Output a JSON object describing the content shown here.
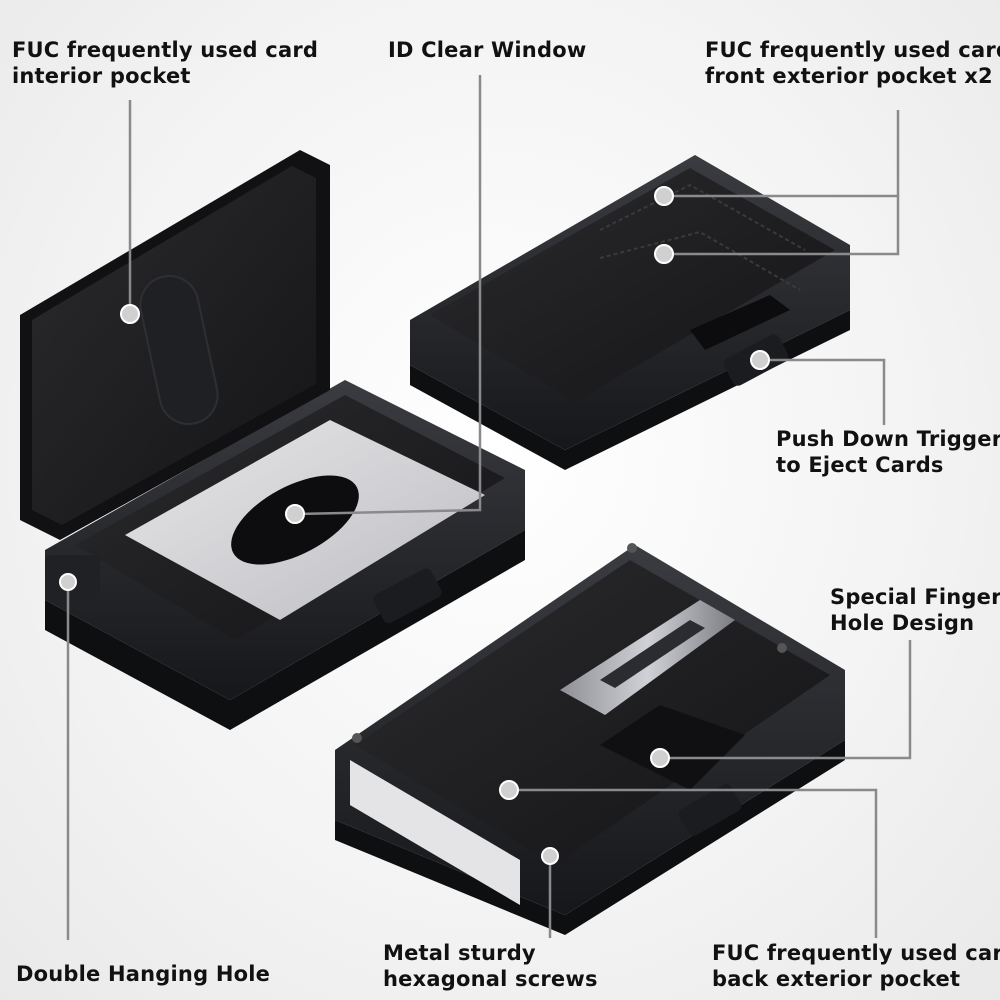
{
  "callouts": {
    "interior_pocket": {
      "line1": "FUC frequently used card",
      "line2": "interior pocket"
    },
    "id_window": {
      "line1": "ID Clear Window"
    },
    "front_pocket": {
      "line1": "FUC frequently used card",
      "line2": "front exterior pocket x2"
    },
    "trigger": {
      "line1": "Push Down Trigger",
      "line2": "to Eject Cards"
    },
    "finger_hole": {
      "line1": "Special Finger",
      "line2": "Hole Design"
    },
    "hanging_hole": {
      "line1": "Double Hanging Hole"
    },
    "screws": {
      "line1": "Metal sturdy",
      "line2": "hexagonal screws"
    },
    "back_pocket": {
      "line1": "FUC frequently used card",
      "line2": "back exterior pocket"
    }
  },
  "colors": {
    "leather": "#1c1c1e",
    "frame": "#2a2c30",
    "callout_line": "#8a8a8a",
    "dot": "#cfcfcf",
    "text": "#111111"
  }
}
